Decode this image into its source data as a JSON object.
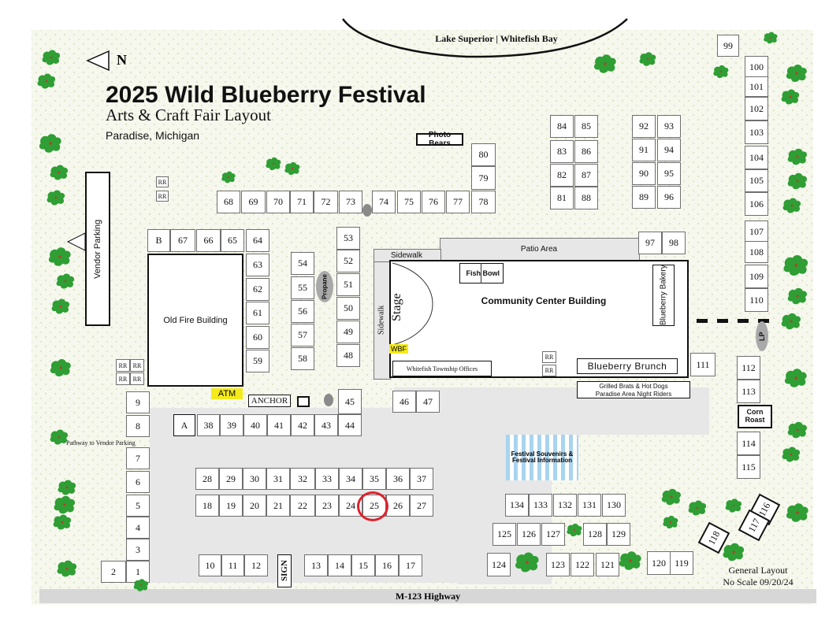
{
  "title": "2025  Wild Blueberry Festival",
  "subtitle": "Arts & Craft Fair Layout",
  "location": "Paradise, Michigan",
  "north_label": "N",
  "lake_label": "Lake Superior | Whitefish Bay",
  "highway_label": "M-123 Highway",
  "footer": {
    "line1": "General Layout",
    "line2": "No Scale 09/20/24"
  },
  "buildings": {
    "old_fire": "Old Fire Building",
    "community": "Community Center Building",
    "patio": "Patio Area",
    "sidewalk_top": "Sidewalk",
    "sidewalk_side": "Sidewalk",
    "stage": "Stage",
    "fish_bowl": "Fish Bowl",
    "blueberry_bakery": "Blueberry Bakery",
    "blueberry_brunch": "Blueberry Brunch",
    "township_offices": "Whitefish Township Offices",
    "grilled_line1": "Grilled Brats & Hot Dogs",
    "grilled_line2": "Paradise Area Night Riders",
    "corn_roast": "Corn Roast",
    "photo_bears": "Photo Bears",
    "vendor_parking": "Vendor Parking",
    "pathway": "Pathway to Vendor Parking",
    "propane": "Propane",
    "lp": "LP",
    "atm": "ATM",
    "anchor": "ANCHOR",
    "wbf": "WBF",
    "sign": "SIGN",
    "souvenirs": "Festival Souvenirs & Festival Information"
  },
  "restrooms": [
    "RR",
    "RR",
    "RR",
    "RR",
    "RR",
    "RR",
    "RR",
    "RR"
  ],
  "highlighted_booth": "25",
  "booths": {
    "b1": "1",
    "b2": "2",
    "b3": "3",
    "b4": "4",
    "b5": "5",
    "b6": "6",
    "b7": "7",
    "b8": "8",
    "b9": "9",
    "b10": "10",
    "b11": "11",
    "b12": "12",
    "b13": "13",
    "b14": "14",
    "b15": "15",
    "b16": "16",
    "b17": "17",
    "b18": "18",
    "b19": "19",
    "b20": "20",
    "b21": "21",
    "b22": "22",
    "b23": "23",
    "b24": "24",
    "b25": "25",
    "b26": "26",
    "b27": "27",
    "b28": "28",
    "b29": "29",
    "b30": "30",
    "b31": "31",
    "b32": "32",
    "b33": "33",
    "b34": "34",
    "b35": "35",
    "b36": "36",
    "b37": "37",
    "b38": "38",
    "b39": "39",
    "b40": "40",
    "b41": "41",
    "b42": "42",
    "b43": "43",
    "b44": "44",
    "b45": "45",
    "b46": "46",
    "b47": "47",
    "b48": "48",
    "b49": "49",
    "b50": "50",
    "b51": "51",
    "b52": "52",
    "b53": "53",
    "b54": "54",
    "b55": "55",
    "b56": "56",
    "b57": "57",
    "b58": "58",
    "b59": "59",
    "b60": "60",
    "b61": "61",
    "b62": "62",
    "b63": "63",
    "b64": "64",
    "b65": "65",
    "b66": "66",
    "b67": "67",
    "b68": "68",
    "b69": "69",
    "b70": "70",
    "b71": "71",
    "b72": "72",
    "b73": "73",
    "b74": "74",
    "b75": "75",
    "b76": "76",
    "b77": "77",
    "b78": "78",
    "b79": "79",
    "b80": "80",
    "b81": "81",
    "b82": "82",
    "b83": "83",
    "b84": "84",
    "b85": "85",
    "b86": "86",
    "b87": "87",
    "b88": "88",
    "b89": "89",
    "b90": "90",
    "b91": "91",
    "b92": "92",
    "b93": "93",
    "b94": "94",
    "b95": "95",
    "b96": "96",
    "b97": "97",
    "b98": "98",
    "b99": "99",
    "b100": "100",
    "b101": "101",
    "b102": "102",
    "b103": "103",
    "b104": "104",
    "b105": "105",
    "b106": "106",
    "b107": "107",
    "b108": "108",
    "b109": "109",
    "b110": "110",
    "b111": "111",
    "b112": "112",
    "b113": "113",
    "b114": "114",
    "b115": "115",
    "b116": "116",
    "b117": "117",
    "b118": "118",
    "b119": "119",
    "b120": "120",
    "b121": "121",
    "b122": "122",
    "b123": "123",
    "b124": "124",
    "b125": "125",
    "b126": "126",
    "b127": "127",
    "b128": "128",
    "b129": "129",
    "b130": "130",
    "b131": "131",
    "b132": "132",
    "b133": "133",
    "b134": "134",
    "bA": "A",
    "bB": "B"
  },
  "colors": {
    "tree": "#2f9e34",
    "highlight_circle": "#e0202a",
    "atm": "#f5ea1b",
    "souvenir_stripe": "#a8d4ef"
  }
}
